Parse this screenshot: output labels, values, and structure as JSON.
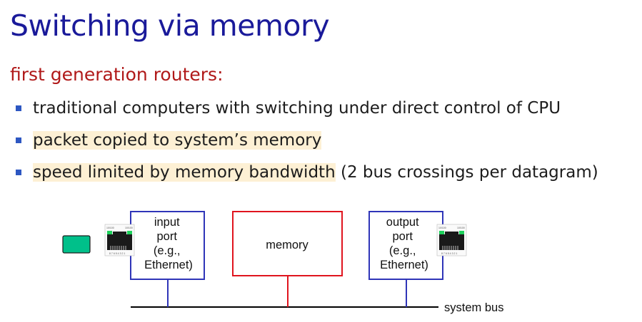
{
  "slide": {
    "title": "Switching via memory",
    "subtitle": "first generation routers:",
    "bullets": [
      {
        "highlight": "",
        "text": "traditional computers with switching under direct control of CPU"
      },
      {
        "highlight": "packet copied to system’s memory",
        "text": ""
      },
      {
        "highlight": "speed limited by memory bandwidth",
        "text": " (2 bus crossings per datagram)"
      }
    ],
    "highlight_color": "#fdf0d4",
    "bullet_color": "#2d57c2"
  },
  "diagram": {
    "input_port": {
      "lines": [
        "input",
        "port",
        "(e.g.,",
        "Ethernet)"
      ]
    },
    "memory": {
      "label": "memory"
    },
    "output_port": {
      "lines": [
        "output",
        "port",
        "(e.g.,",
        "Ethernet)"
      ]
    },
    "bus_label": "system bus",
    "colors": {
      "port_border": "#2f35b8",
      "memory_border": "#e0141e",
      "bus": "#000000",
      "packet": "#00c08a"
    },
    "icons": [
      "packet-icon",
      "ethernet-jack-icon",
      "ethernet-jack-icon"
    ]
  }
}
